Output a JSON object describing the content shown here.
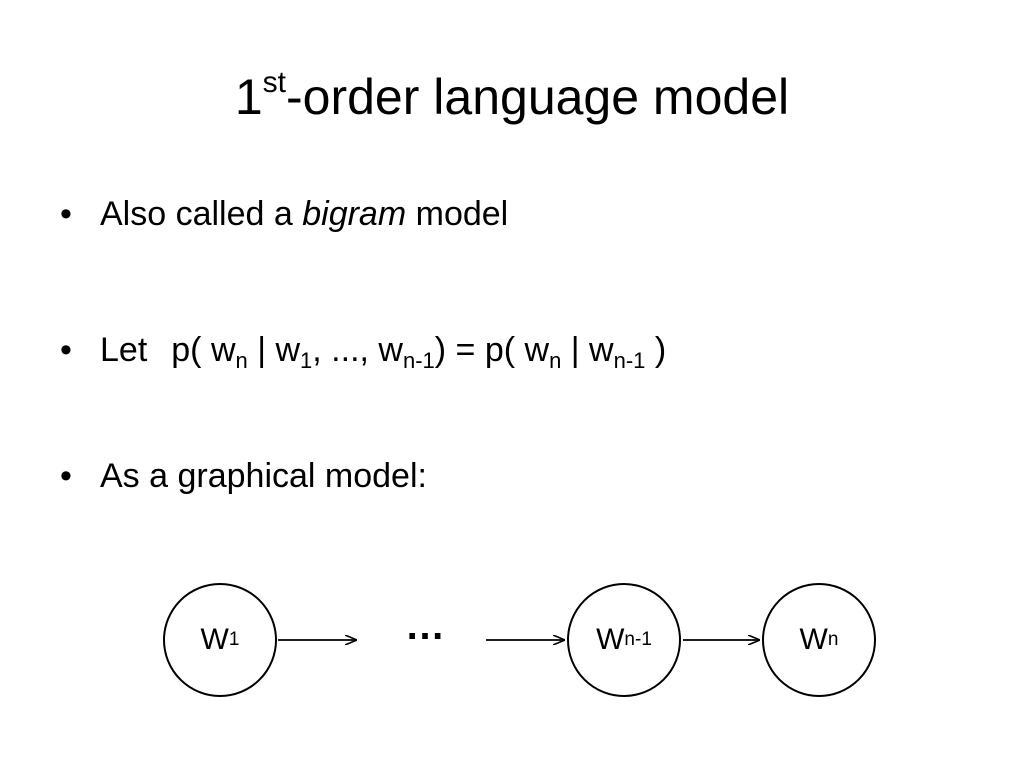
{
  "title": {
    "main": "1",
    "sup": "st",
    "rest": "-order language model"
  },
  "bullets": {
    "b1": {
      "pre": "Also called a ",
      "em": "bigram",
      "post": " model"
    },
    "b2": {
      "let": "Let",
      "f1": "p( w",
      "s1": "n",
      "f2": " | w",
      "s2": "1",
      "f3": ", ..., w",
      "s3": "n-1",
      "f4": ") = p( w",
      "s4": "n",
      "f5": " | w",
      "s5": "n-1",
      "f6": " )"
    },
    "b3": {
      "text": "As a graphical model:"
    }
  },
  "bullet_symbol": "•",
  "diagram": {
    "nodes": [
      {
        "base": "W",
        "sub": "1"
      },
      {
        "base": "W",
        "sub": "n-1"
      },
      {
        "base": "W",
        "sub": "n"
      }
    ],
    "ellipsis": "…"
  }
}
